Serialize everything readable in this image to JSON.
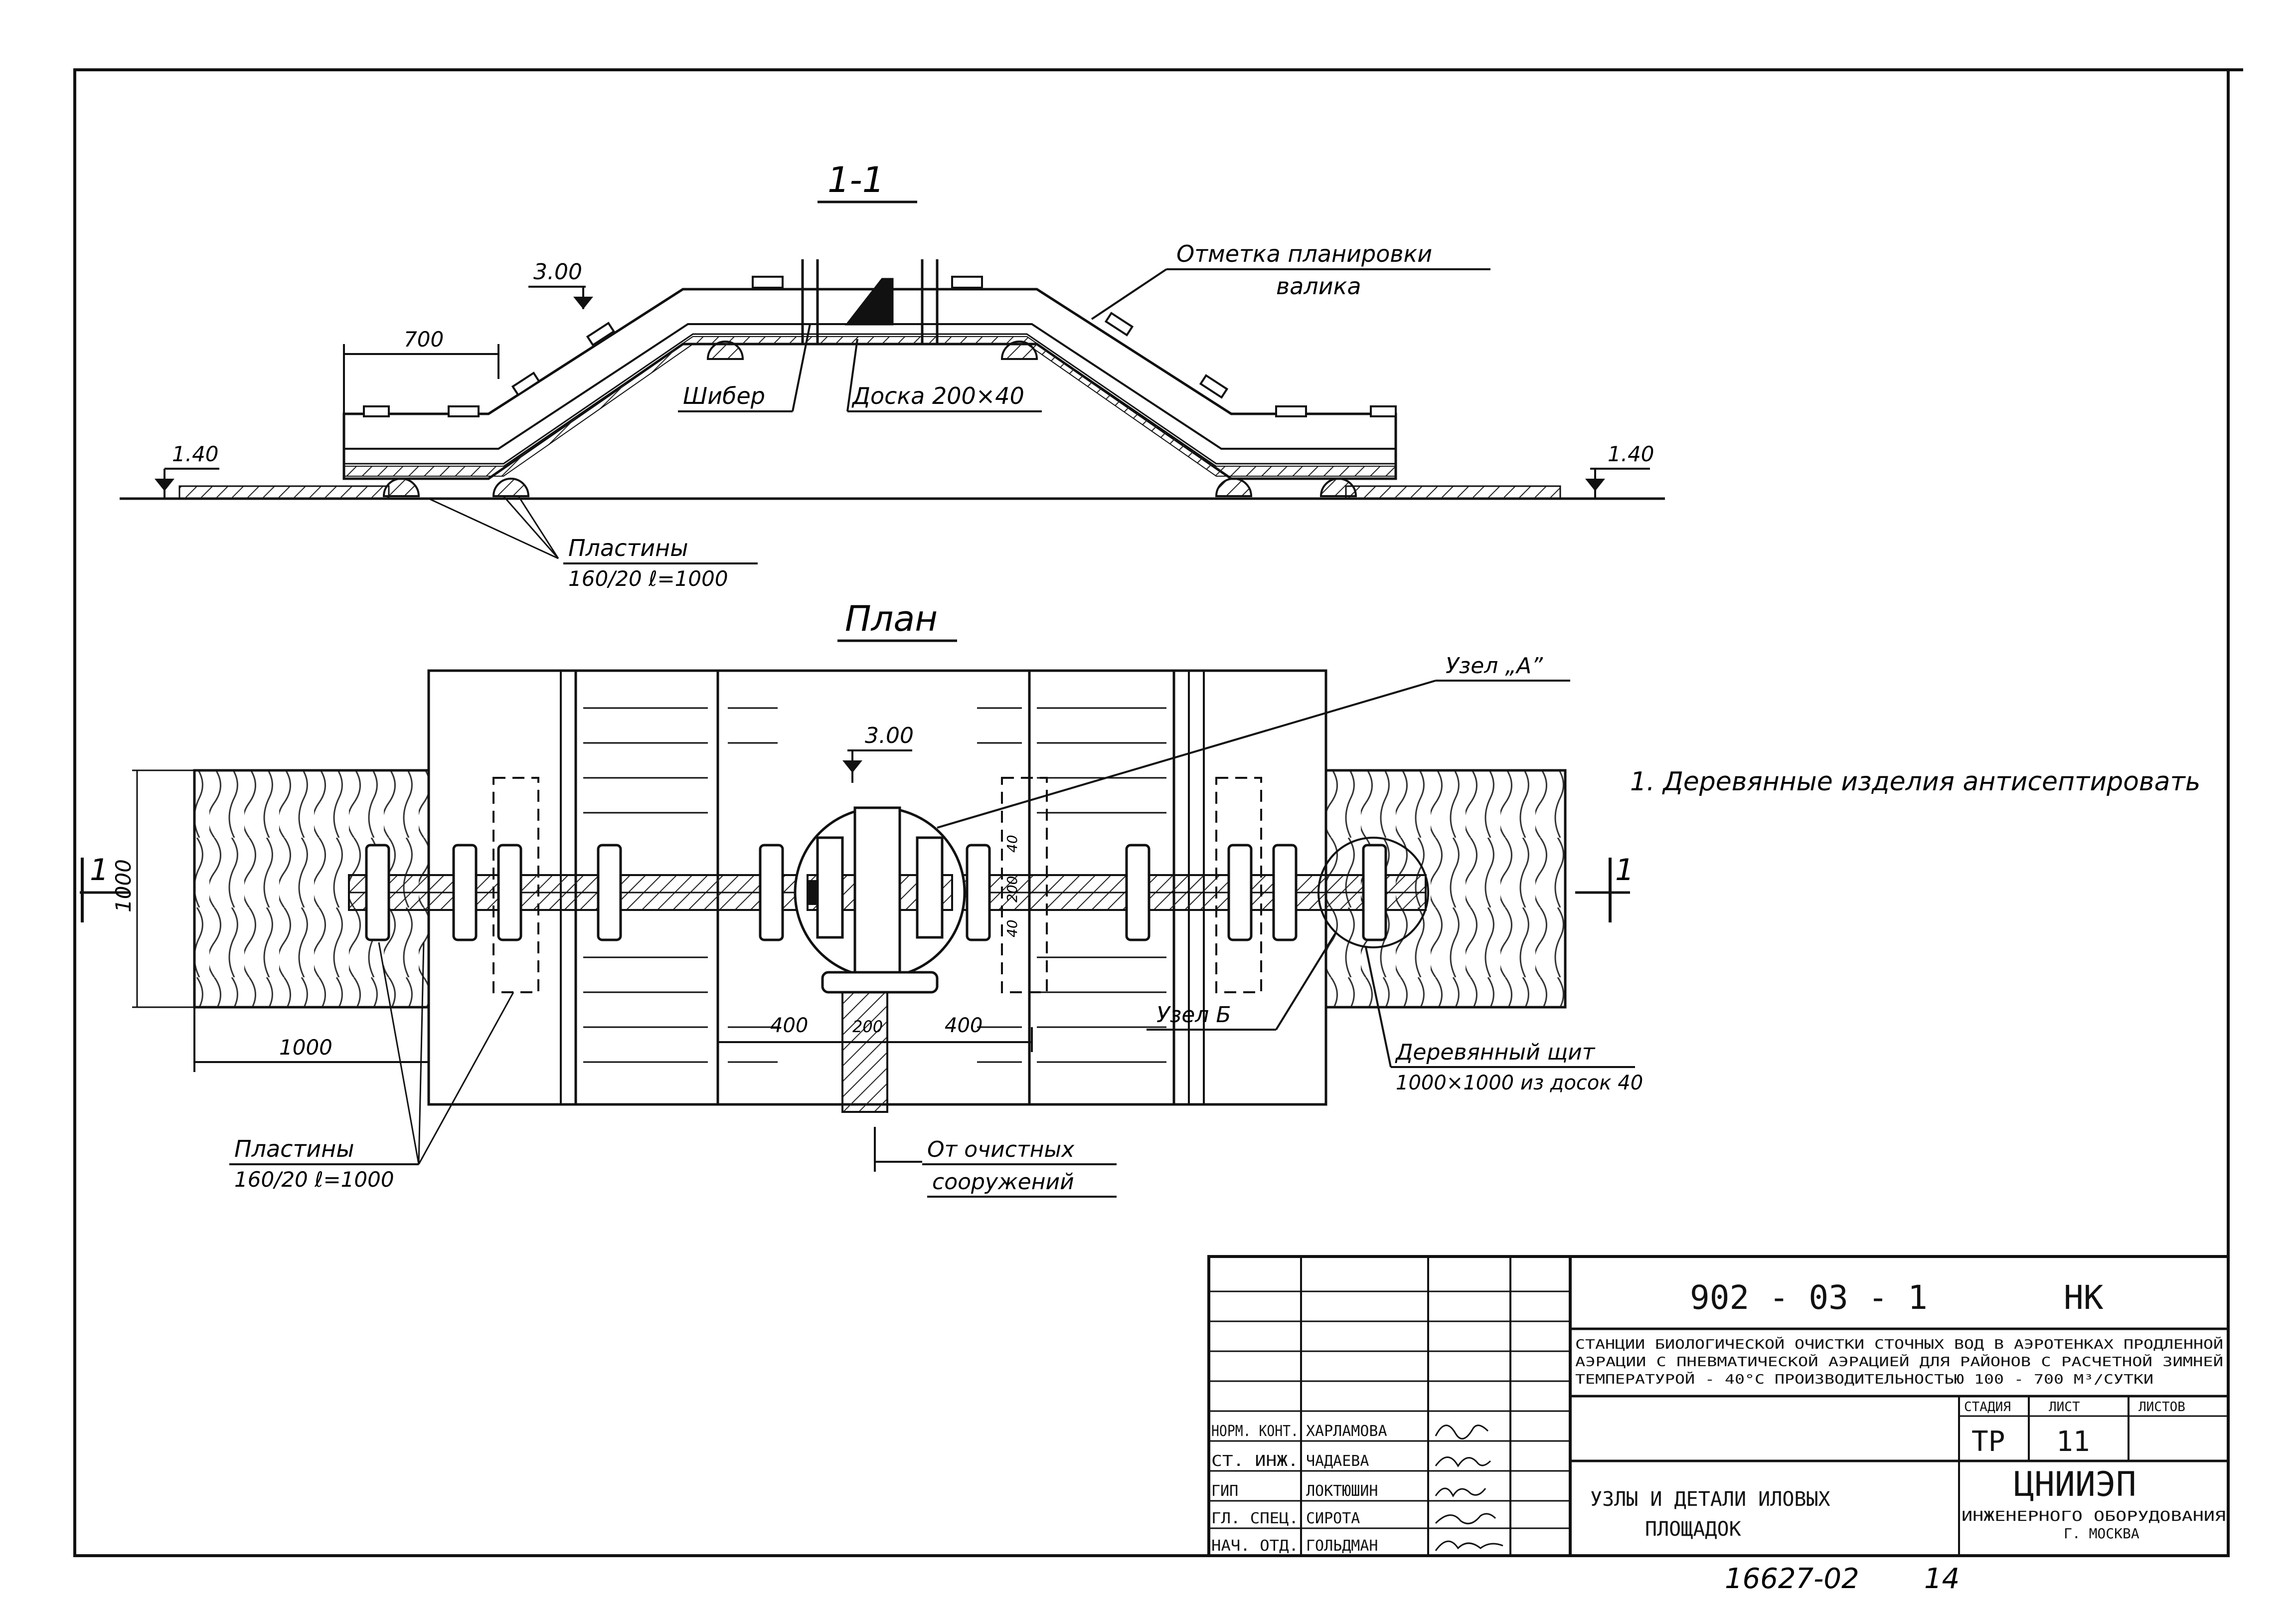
{
  "section": {
    "title": "1-1",
    "mark_top": "3.00",
    "mark_left": "1.40",
    "mark_right": "1.40",
    "dim_700": "700",
    "label_grade": "Отметка планировки",
    "label_grade_2": "валика",
    "label_gate": "Шибер",
    "label_board": "Доска 200×40",
    "label_plates": "Пластины",
    "label_plates_2": "160/20   ℓ=1000"
  },
  "plan": {
    "title": "План",
    "mark_center": "3.00",
    "section_mark": "1",
    "dim_1000_v": "1000",
    "dim_1000_h": "1000",
    "dim_400_left": "400",
    "dim_200": "200",
    "dim_400_right": "400",
    "dim_small_a": "40",
    "dim_small_b": "200",
    "dim_small_c": "40",
    "label_node_a": "Узел „А”",
    "label_node_b": "Узел Б",
    "label_shield": "Деревянный щит",
    "label_shield_2": "1000×1000 из досок 40",
    "label_plates": "Пластины",
    "label_plates_2": "160/20   ℓ=1000",
    "label_from": "От очистных",
    "label_from_2": "сооружений"
  },
  "note": "1. Деревянные изделия антисептировать",
  "title_block": {
    "doc_code": "902 - 03 - 1",
    "mark": "НК",
    "project_desc_1": "СТАНЦИИ БИОЛОГИЧЕСКОЙ ОЧИСТКИ СТОЧНЫХ ВОД В АЭРОТЕНКАХ ПРОДЛЕННОЙ",
    "project_desc_2": "АЭРАЦИИ С ПНЕВМАТИЧЕСКОЙ АЭРАЦИЕЙ ДЛЯ РАЙОНОВ С РАСЧЕТНОЙ ЗИМНЕЙ",
    "project_desc_3": "ТЕМПЕРАТУРОЙ - 40°С   ПРОИЗВОДИТЕЛЬНОСТЬЮ 100 - 700 М³/СУТКИ",
    "sheet_title_1": "УЗЛЫ И ДЕТАЛИ ИЛОВЫХ",
    "sheet_title_2": "ПЛОЩАДОК",
    "col_stage": "СТАДИЯ",
    "col_sheet": "ЛИСТ",
    "col_sheets": "ЛИСТОВ",
    "stage": "ТР",
    "sheet": "11",
    "org_name": "ЦНИИЭП",
    "org_line_2": "ИНЖЕНЕРНОГО ОБОРУДОВАНИЯ",
    "org_line_3": "Г. МОСКВА",
    "roles": [
      {
        "role": "НОРМ. КОНТ.",
        "name": "ХАРЛАМОВА"
      },
      {
        "role": "СТ. ИНЖ.",
        "name": "ЧАДАЕВА"
      },
      {
        "role": "ГИП",
        "name": "ЛОКТЮШИН"
      },
      {
        "role": "ГЛ. СПЕЦ.",
        "name": "СИРОТА"
      },
      {
        "role": "НАЧ. ОТД.",
        "name": "ГОЛЬДМАН"
      }
    ],
    "archive_number": "16627-02",
    "page_number": "14"
  }
}
